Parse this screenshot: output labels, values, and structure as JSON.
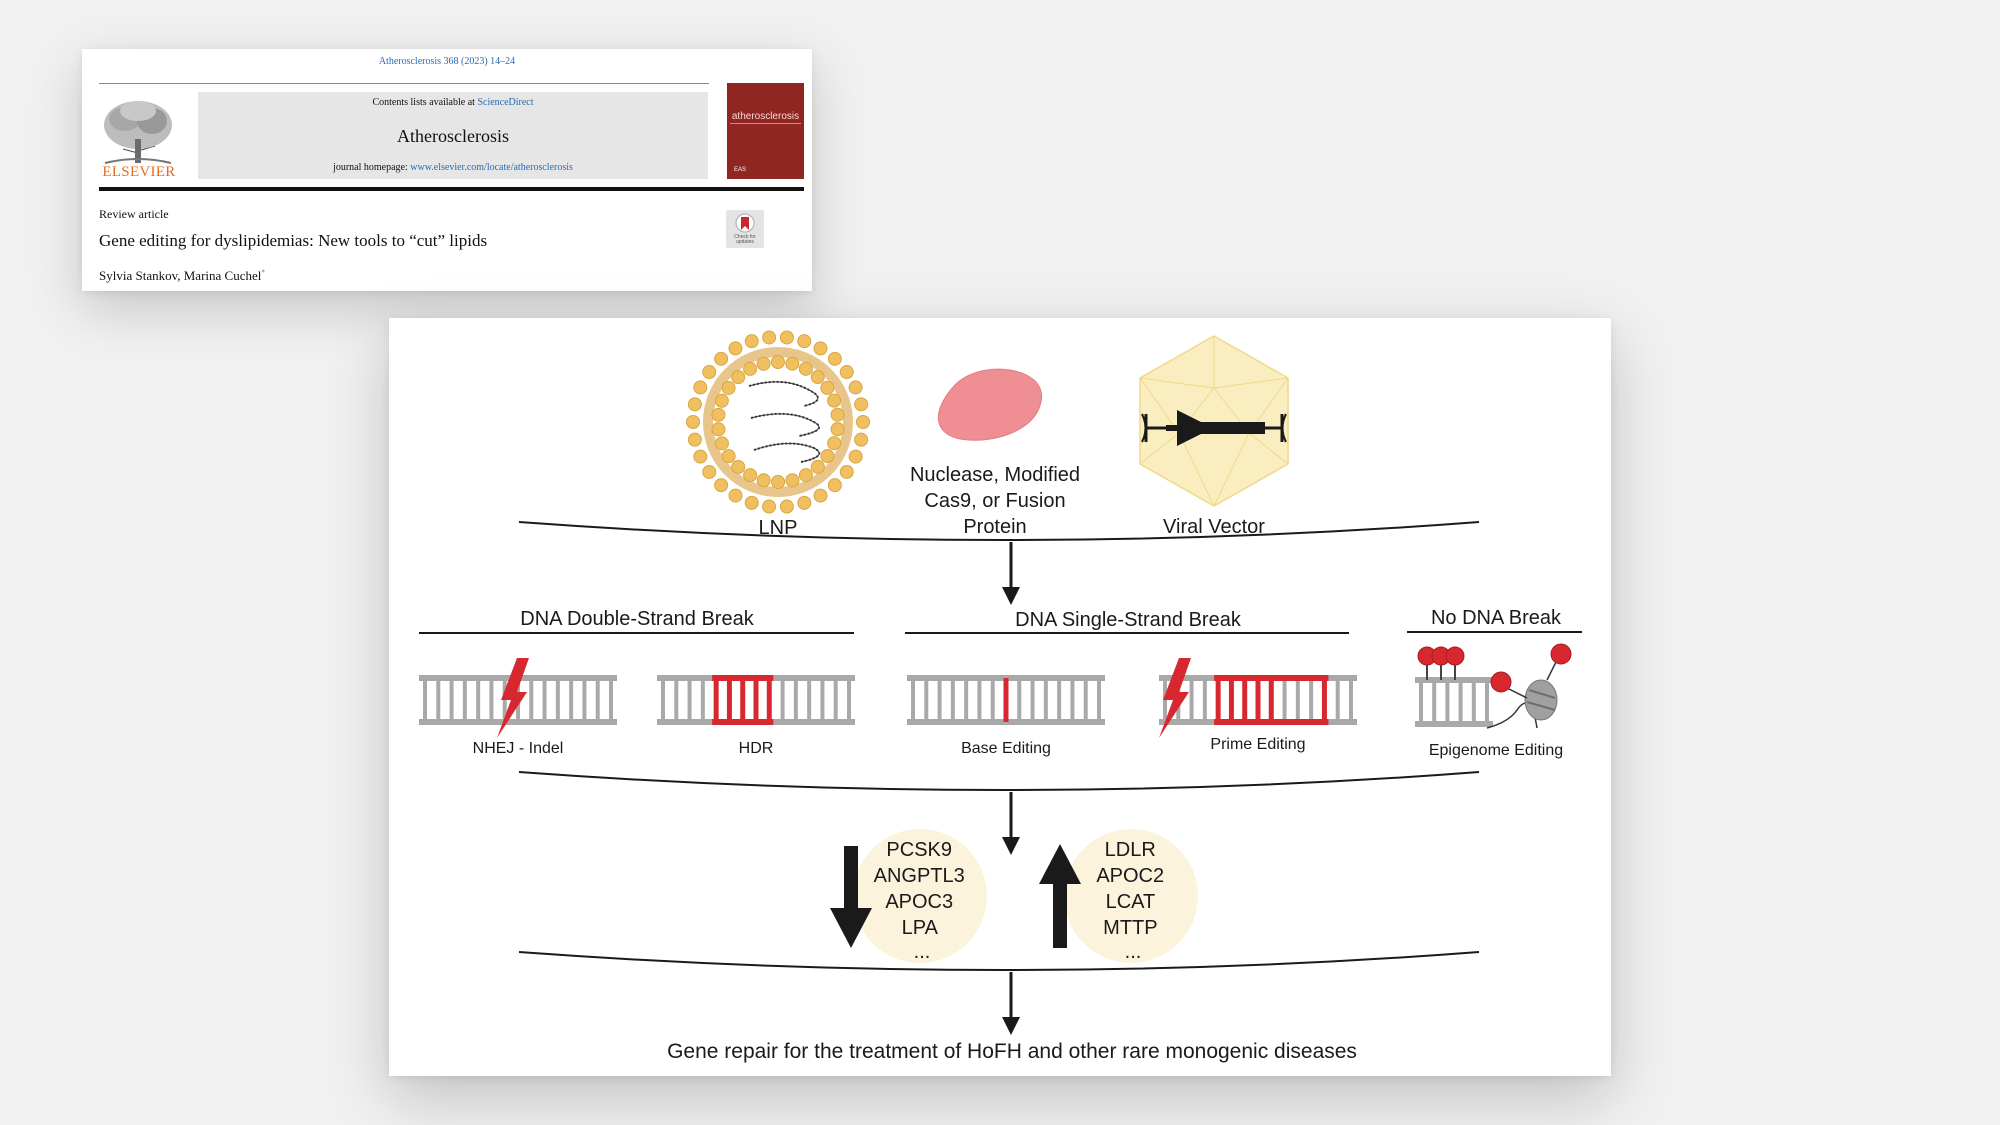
{
  "article": {
    "citation": "Atherosclerosis 368 (2023) 14–24",
    "publisher": "ELSEVIER",
    "contents_prefix": "Contents lists available at ",
    "contents_link": "ScienceDirect",
    "journal_title": "Atherosclerosis",
    "homepage_prefix": "journal homepage: ",
    "homepage_link": "www.elsevier.com/locate/atherosclerosis",
    "cover_title": "atherosclerosis",
    "cover_badge": "EAS",
    "updates_badge": "Check for updates",
    "article_type": "Review article",
    "title": "Gene editing for dyslipidemias: New tools to “cut” lipids",
    "authors": "Sylvia Stankov, Marina Cuchel",
    "author_mark": "*"
  },
  "figure": {
    "delivery": {
      "lnp": "LNP",
      "protein_line1": "Nuclease, Modified",
      "protein_line2": "Cas9, or Fusion",
      "protein_line3": "Protein",
      "viral": "Viral Vector"
    },
    "categories": {
      "double_strand": "DNA Double-Strand Break",
      "single_strand": "DNA Single-Strand Break",
      "no_break": "No DNA Break"
    },
    "methods": {
      "nhej": "NHEJ - Indel",
      "hdr": "HDR",
      "base": "Base Editing",
      "prime": "Prime Editing",
      "epigenome": "Epigenome Editing"
    },
    "downregulated": [
      "PCSK9",
      "ANGPTL3",
      "APOC3",
      "LPA",
      "..."
    ],
    "upregulated": [
      "LDLR",
      "APOC2",
      "LCAT",
      "MTTP",
      "..."
    ],
    "outcome": "Gene repair for the treatment of HoFH and other rare monogenic diseases",
    "colors": {
      "accent_red": "#d8282f",
      "dna_gray": "#a9a9a9",
      "lipid_gold": "#f0c060",
      "capsid_yellow": "#faeec0",
      "protein_pink": "#ef8f93",
      "circle_bg": "#fbf3dc"
    }
  }
}
